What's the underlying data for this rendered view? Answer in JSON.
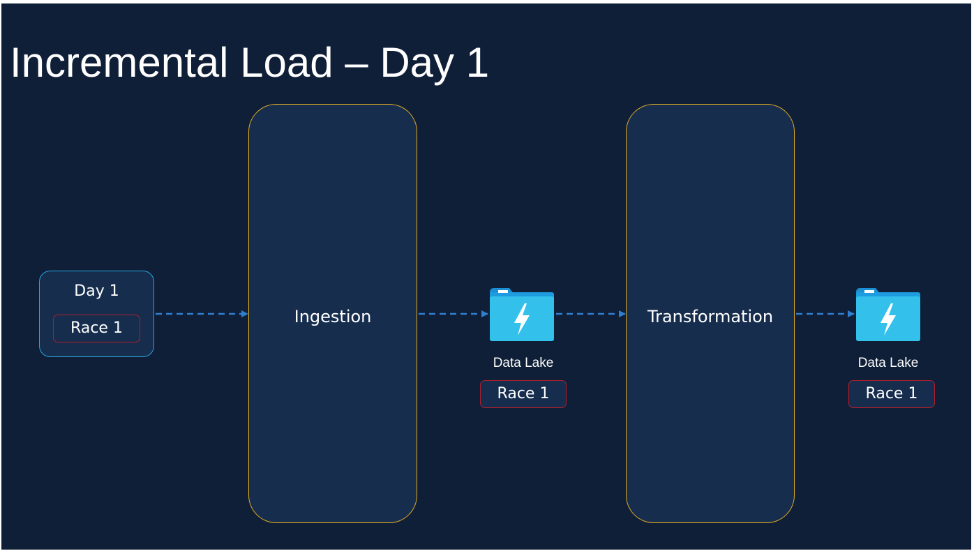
{
  "slide": {
    "title": "Incremental Load – Day 1"
  },
  "source": {
    "title": "Day 1",
    "tag": "Race 1"
  },
  "stages": {
    "ingestion": "Ingestion",
    "transformation": "Transformation"
  },
  "lakes": [
    {
      "label": "Data Lake",
      "tag": "Race 1"
    },
    {
      "label": "Data Lake",
      "tag": "Race 1"
    }
  ],
  "colors": {
    "background": "#0f1f38",
    "box_fill": "#162d4e",
    "stage_border": "#e0ab22",
    "source_border": "#29a6e0",
    "tag_border": "#b01e2c",
    "arrow": "#2f7fd0"
  },
  "icons": {
    "data_lake": "data-lake-folder-lightning-icon",
    "arrow": "dashed-arrow-right-icon"
  }
}
